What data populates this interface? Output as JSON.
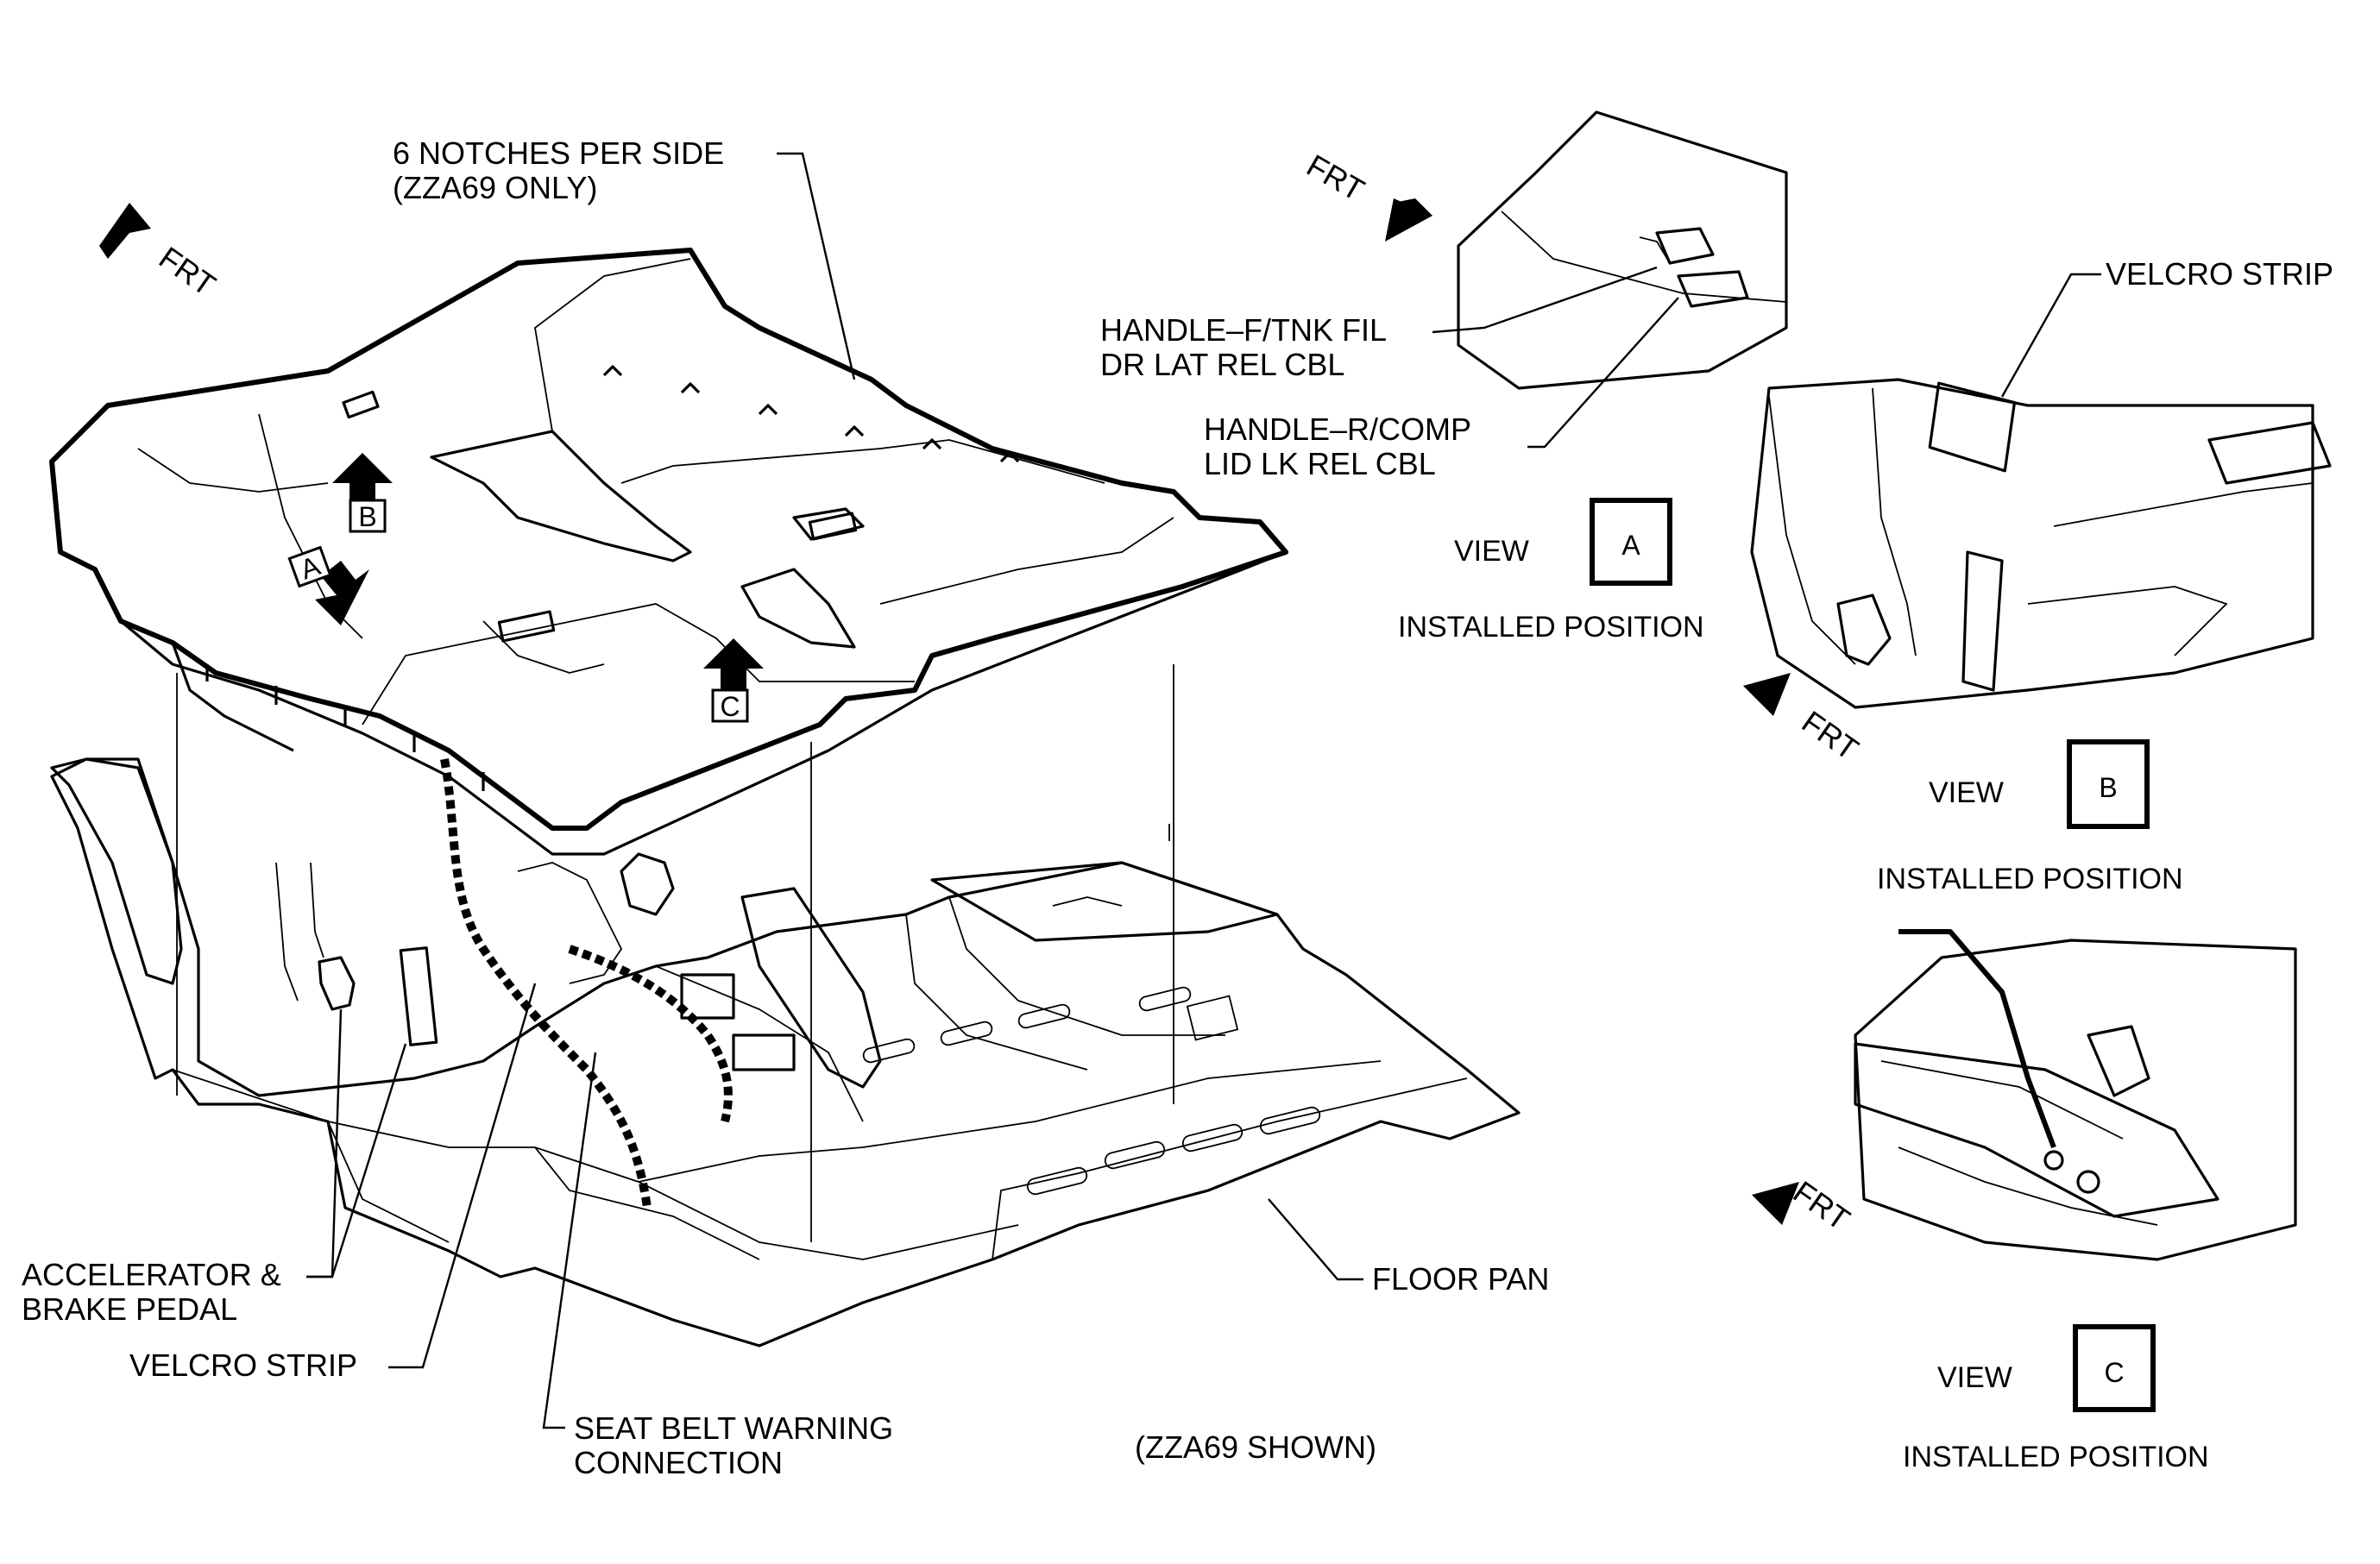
{
  "front_label": "FRT",
  "view_box_letters": [
    "A",
    "B",
    "C"
  ],
  "callouts": {
    "notches_line1": "6 NOTCHES PER SIDE",
    "notches_line2": "(ZZA69 ONLY)",
    "handle_f_line1": "HANDLE–F/TNK FIL",
    "handle_f_line2": "DR LAT REL CBL",
    "handle_r_line1": "HANDLE–R/COMP",
    "handle_r_line2": "LID LK REL CBL",
    "velcro_strip": "VELCRO  STRIP",
    "accel_line1": "ACCELERATOR &",
    "accel_line2": "BRAKE PEDAL",
    "floor_pan": "FLOOR PAN",
    "seatbelt_line1": "SEAT BELT WARNING",
    "seatbelt_line2": "CONNECTION",
    "zza69_shown": "(ZZA69 SHOWN)"
  },
  "views": {
    "view_word": "VIEW",
    "installed_position": "INSTALLED POSITION",
    "a": "A",
    "b": "B",
    "c": "C"
  },
  "colors": {
    "ink": "#000000",
    "paper": "#ffffff"
  }
}
